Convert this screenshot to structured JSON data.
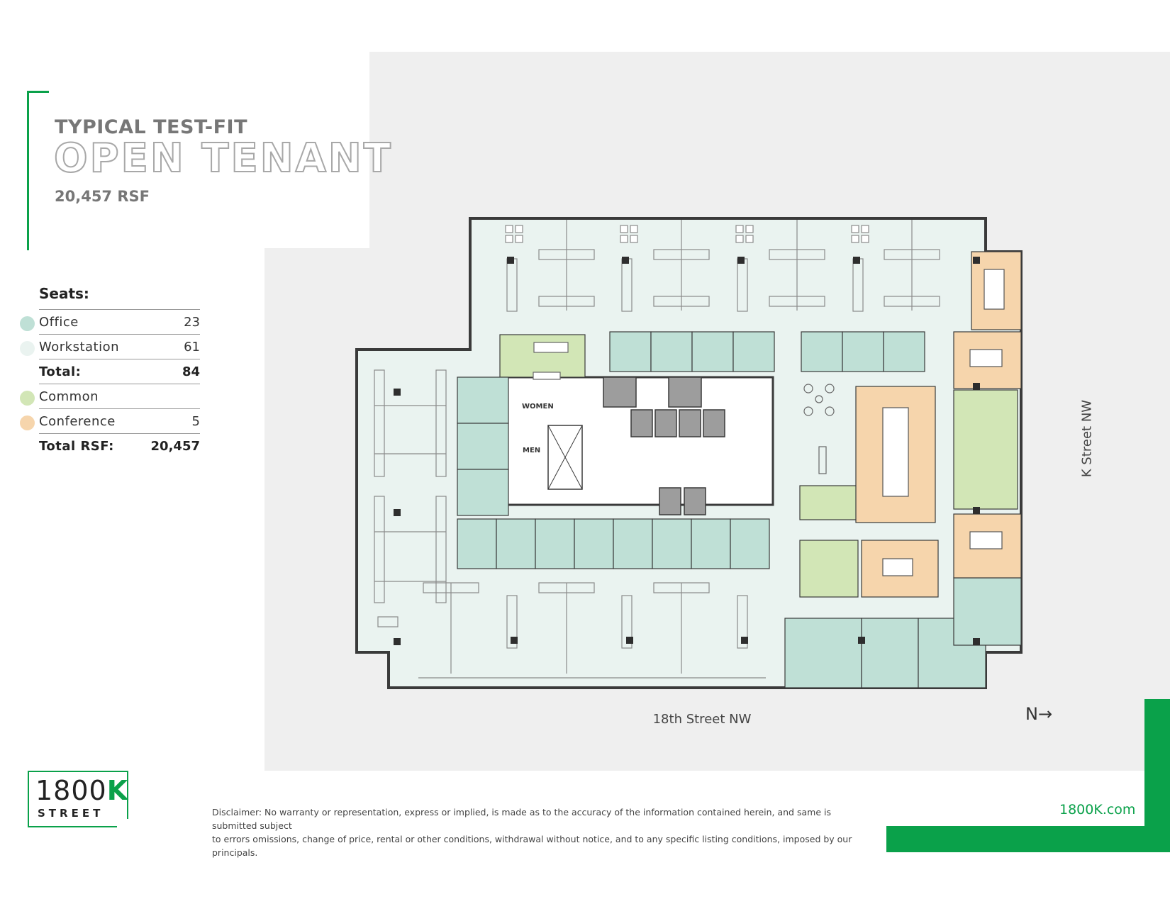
{
  "header": {
    "subtitle": "TYPICAL TEST-FIT",
    "title": "OPEN TENANT",
    "rsf": "20,457 RSF"
  },
  "legend": {
    "title": "Seats:",
    "rows": [
      {
        "label": "Office",
        "value": "23",
        "color": "#bfe0d6"
      },
      {
        "label": "Workstation",
        "value": "61",
        "color": "#eaf3f0"
      },
      {
        "label": "Total:",
        "value": "84"
      },
      {
        "label": "Common",
        "value": "",
        "color": "#d2e6b6"
      },
      {
        "label": "Conference",
        "value": "5",
        "color": "#f6d5ac"
      },
      {
        "label": "Total RSF:",
        "value": "20,457"
      }
    ]
  },
  "plan": {
    "room_labels": {
      "women": "WOMEN",
      "men": "MEN"
    },
    "street_bottom": "18th Street NW",
    "street_right": "K Street NW",
    "north": "N→",
    "colors": {
      "workstation": "#eaf3f0",
      "office": "#bfe0d6",
      "common": "#d2e6b6",
      "conference": "#f6d5ac",
      "core_dark": "#9d9d9d",
      "wall": "#3a3a3a"
    }
  },
  "footer": {
    "logo_number": "1800",
    "logo_letter": "K",
    "logo_street": "STREET",
    "disclaimer_line1": "Disclaimer: No warranty or representation, express or implied, is made as to the accuracy of the information contained herein, and same is submitted subject",
    "disclaimer_line2": "to errors omissions, change of price, rental or other conditions, withdrawal without notice, and to any specific listing conditions, imposed by our principals.",
    "url": "1800K.com",
    "brand_color": "#0aa14a"
  }
}
